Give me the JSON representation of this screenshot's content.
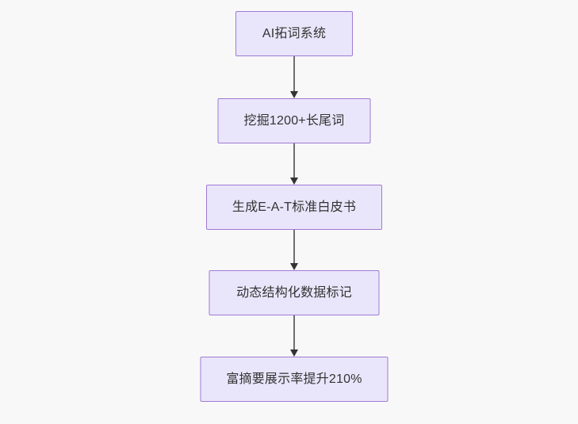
{
  "diagram": {
    "type": "flowchart",
    "direction": "top-to-bottom",
    "background_color": "#f8f8f8",
    "node_fill_color": "#e9e6fb",
    "node_border_color": "#9f7ad4",
    "node_text_color": "#333333",
    "edge_line_color": "#707070",
    "edge_arrow_color": "#333333",
    "nodes": [
      {
        "id": "node-1",
        "label": "AI拓词系统"
      },
      {
        "id": "node-2",
        "label": "挖掘1200+长尾词"
      },
      {
        "id": "node-3",
        "label": "生成E-A-T标准白皮书"
      },
      {
        "id": "node-4",
        "label": "动态结构化数据标记"
      },
      {
        "id": "node-5",
        "label": "富摘要展示率提升210%"
      }
    ],
    "edges": [
      {
        "id": "edge-1",
        "from": "node-1",
        "to": "node-2",
        "arrow": "arrow-down-icon"
      },
      {
        "id": "edge-2",
        "from": "node-2",
        "to": "node-3",
        "arrow": "arrow-down-icon"
      },
      {
        "id": "edge-3",
        "from": "node-3",
        "to": "node-4",
        "arrow": "arrow-down-icon"
      },
      {
        "id": "edge-4",
        "from": "node-4",
        "to": "node-5",
        "arrow": "arrow-down-icon"
      }
    ]
  }
}
